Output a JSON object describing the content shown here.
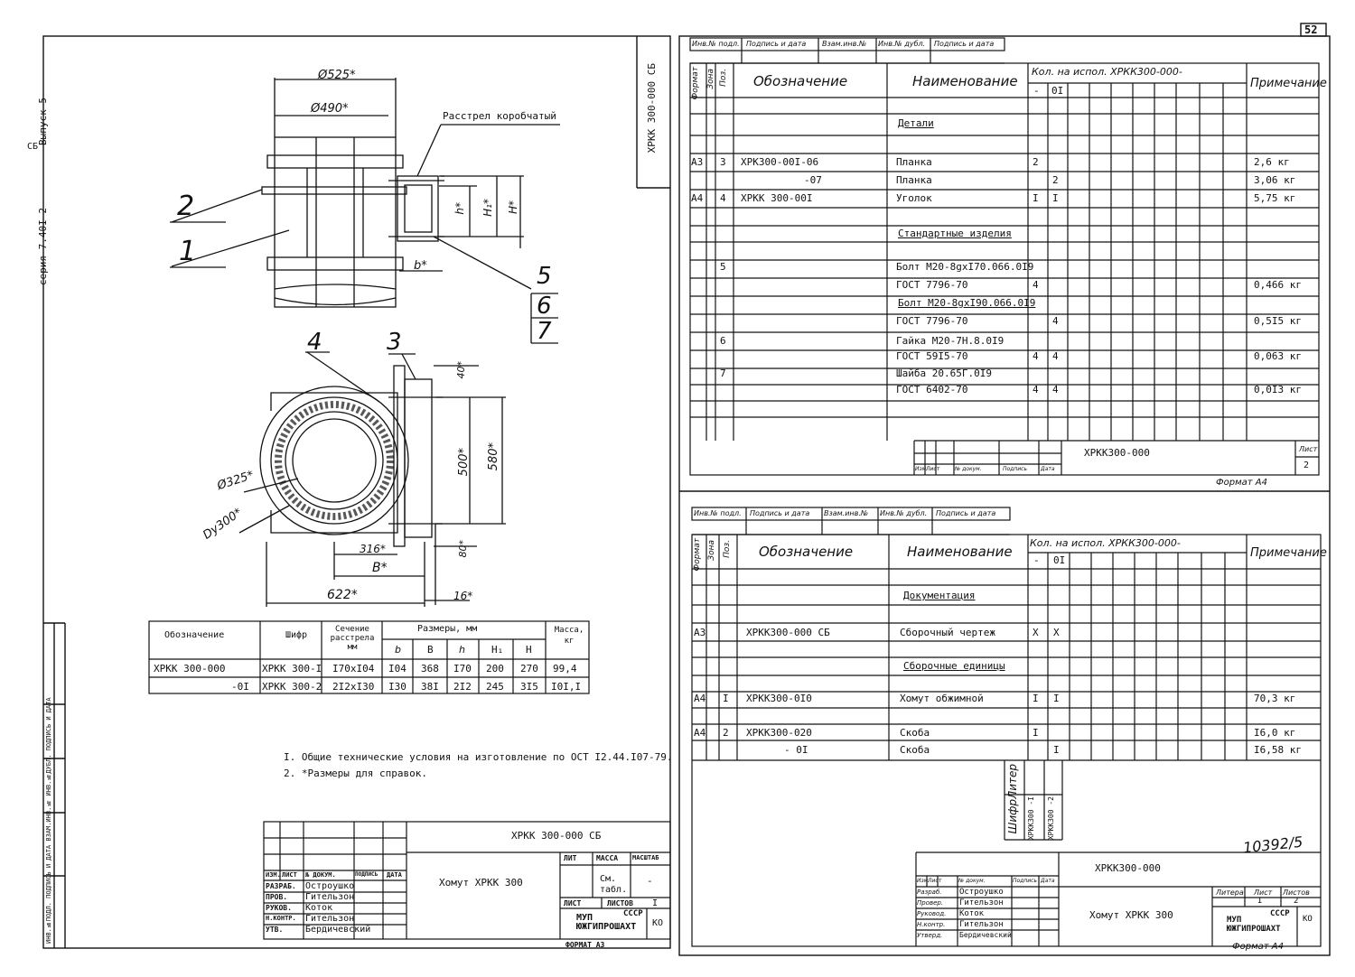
{
  "page_number": "52",
  "left_sheet": {
    "series_vertical": "серия 7.40I-2",
    "issue_vertical": "Выпуск 5",
    "stamp_corner": "СБ",
    "drawing_code_vertical": "ХРКК 300-000 СБ",
    "callout_rasstrel": "Расстрел коробчатый",
    "dim_d525": "Ø525*",
    "dim_d490": "Ø490*",
    "dim_d325": "Ø325*",
    "dim_dy300": "Dу300*",
    "dim_h": "h*",
    "dim_h1": "H₁*",
    "dim_H": "H*",
    "dim_b": "b*",
    "dim_40": "40*",
    "dim_500": "500*",
    "dim_580": "580*",
    "dim_316": "316*",
    "dim_B": "B*",
    "dim_80": "80*",
    "dim_622": "622*",
    "dim_16": "16*",
    "pos_labels": [
      "1",
      "2",
      "3",
      "4",
      "5",
      "6",
      "7"
    ],
    "side_strip": "ИНВ.№ПОДЛ. ПОДПИСЬ И ДАТА ВЗАМ.ИНВ.№ ИНВ.№ДУБЛ. ПОДПИСЬ И ДАТА",
    "dim_table": {
      "headers": [
        "Обозначение",
        "Шифр",
        "Сечение расстрела мм",
        "Размеры, мм",
        "Масса, кг"
      ],
      "sub_headers": [
        "b",
        "B",
        "h",
        "H₁",
        "H"
      ],
      "rows": [
        [
          "ХРКК 300-000",
          "ХРКК 300-I",
          "I70xI04",
          "I04",
          "368",
          "I70",
          "200",
          "270",
          "99,4"
        ],
        [
          "-0I",
          "ХРКК 300-2",
          "2I2xI30",
          "I30",
          "38I",
          "2I2",
          "245",
          "3I5",
          "I0I,I"
        ]
      ]
    },
    "notes": [
      "I. Общие технические условия на изготовление по ОСТ I2.44.I07-79.",
      "2. *Размеры для справок."
    ],
    "title_block": {
      "code": "ХРКК 300-000 СБ",
      "name": "Хомут  ХРКК 300",
      "lit_mass_scale": [
        "ЛИТ",
        "МАССА",
        "МАСШТАБ"
      ],
      "mass_value": "См. табл.",
      "scale_value": "-",
      "sheet_label": "ЛИСТ",
      "sheets_label": "ЛИСТОВ",
      "sheets_value": "I",
      "role_headers": [
        "ИЗМ.",
        "ЛИСТ",
        "№ ДОКУМ.",
        "ПОДПИСЬ",
        "ДАТА"
      ],
      "roles": [
        [
          "РАЗРАБ.",
          "Остроушко"
        ],
        [
          "ПРОВ.",
          "Гительзон"
        ],
        [
          "РУКОВ.",
          "Коток"
        ],
        [
          "Н.КОНТР.",
          "Гительзон"
        ],
        [
          "УТВ.",
          "Бердичевский"
        ]
      ],
      "org": "МУП ЮЖГИПРОШАХТ",
      "org_short": "СССР",
      "ko": "КО",
      "format": "ФОРМАТ А3"
    }
  },
  "spec_sheet_1": {
    "header_strip": [
      "Инв.№ подл.",
      "Подпись и дата",
      "Взам.инв.№",
      "Инв.№ дубл.",
      "Подпись и дата"
    ],
    "col_headers": [
      "Формат",
      "Зона",
      "Поз.",
      "Обозначение",
      "Наименование",
      "Кол. на испол. ХРКК300-000-",
      "Примечание"
    ],
    "exec_cols": [
      "-",
      "0I"
    ],
    "rows": [
      {
        "fmt": "",
        "pos": "",
        "code": "",
        "name": "Детали",
        "q1": "",
        "q2": "",
        "note": ""
      },
      {
        "fmt": "А3",
        "pos": "3",
        "code": "ХРКЗ00-00I-06",
        "name": "Планка",
        "q1": "2",
        "q2": "",
        "note": "2,6 кг"
      },
      {
        "fmt": "",
        "pos": "",
        "code": "-07",
        "name": "Планка",
        "q1": "",
        "q2": "2",
        "note": "3,06 кг"
      },
      {
        "fmt": "А4",
        "pos": "4",
        "code": "ХРКК 300-00I",
        "name": "Уголок",
        "q1": "I",
        "q2": "I",
        "note": "5,75 кг"
      },
      {
        "fmt": "",
        "pos": "",
        "code": "",
        "name": "Стандартные изделия",
        "q1": "",
        "q2": "",
        "note": ""
      },
      {
        "fmt": "",
        "pos": "5",
        "code": "",
        "name": "Болт М20-8gxI70.066.0I9",
        "q1": "",
        "q2": "",
        "note": ""
      },
      {
        "fmt": "",
        "pos": "",
        "code": "",
        "name": "ГОСТ 7796-70",
        "q1": "4",
        "q2": "",
        "note": "0,466 кг"
      },
      {
        "fmt": "",
        "pos": "",
        "code": "",
        "name": "Болт М20-8gxI90.066.0I9",
        "q1": "",
        "q2": "",
        "note": ""
      },
      {
        "fmt": "",
        "pos": "",
        "code": "",
        "name": "ГОСТ 7796-70",
        "q1": "",
        "q2": "4",
        "note": "0,5I5 кг"
      },
      {
        "fmt": "",
        "pos": "6",
        "code": "",
        "name": "Гайка М20-7Н.8.0I9",
        "q1": "",
        "q2": "",
        "note": ""
      },
      {
        "fmt": "",
        "pos": "",
        "code": "",
        "name": "ГОСТ 59I5-70",
        "q1": "4",
        "q2": "4",
        "note": "0,063 кг"
      },
      {
        "fmt": "",
        "pos": "7",
        "code": "",
        "name": "Шайба 20.65Г.0I9",
        "q1": "",
        "q2": "",
        "note": ""
      },
      {
        "fmt": "",
        "pos": "",
        "code": "",
        "name": "ГОСТ 6402-70",
        "q1": "4",
        "q2": "4",
        "note": "0,0I3 кг"
      }
    ],
    "stamp_code": "ХРКК300-000",
    "stamp_row": [
      "Изм.",
      "Лист",
      "№ докум.",
      "Подпись",
      "Дата"
    ],
    "sheet_label": "Лист",
    "sheet_no": "2",
    "format": "Формат А4"
  },
  "spec_sheet_2": {
    "header_strip": [
      "Инв.№ подл.",
      "Подпись и дата",
      "Взам.инв.№",
      "Инв.№ дубл.",
      "Подпись и дата"
    ],
    "col_headers": [
      "Формат",
      "Зона",
      "Поз.",
      "Обозначение",
      "Наименование",
      "Кол. на испол. ХРКК300-000-",
      "Примечание"
    ],
    "exec_cols": [
      "-",
      "0I"
    ],
    "rows": [
      {
        "fmt": "",
        "pos": "",
        "code": "",
        "name": "Документация",
        "q1": "",
        "q2": "",
        "note": ""
      },
      {
        "fmt": "А3",
        "pos": "",
        "code": "ХРКК300-000 СБ",
        "name": "Сборочный чертеж",
        "q1": "Х",
        "q2": "Х",
        "note": ""
      },
      {
        "fmt": "",
        "pos": "",
        "code": "",
        "name": "Сборочные единицы",
        "q1": "",
        "q2": "",
        "note": ""
      },
      {
        "fmt": "А4",
        "pos": "I",
        "code": "ХРКК300-0I0",
        "name": "Хомут обжимной",
        "q1": "I",
        "q2": "I",
        "note": "70,3 кг"
      },
      {
        "fmt": "А4",
        "pos": "2",
        "code": "ХРКК300-020",
        "name": "Скоба",
        "q1": "I",
        "q2": "",
        "note": "I6,0 кг"
      },
      {
        "fmt": "",
        "pos": "",
        "code": "- 0I",
        "name": "Скоба",
        "q1": "",
        "q2": "I",
        "note": "I6,58 кг"
      }
    ],
    "shifr_label": "Шифр",
    "litera_label": "Литер",
    "shifr_values": [
      "ХРКК300 -I",
      "ХРКК300 -2"
    ],
    "archive_no": "10392/5",
    "stamp_code": "ХРКК300-000",
    "stamp_name": "Хомут  ХРКК 300",
    "stamp_row": [
      "Изм.",
      "Лист",
      "№ докум.",
      "Подпись",
      "Дата"
    ],
    "roles": [
      [
        "Разраб.",
        "Остроушко"
      ],
      [
        "Провер.",
        "Гительзон"
      ],
      [
        "Руковод.",
        "Коток"
      ],
      [
        "Н.контр.",
        "Гительзон"
      ],
      [
        "Утверд.",
        "Бердичевский"
      ]
    ],
    "lit_headers": [
      "Литера",
      "Лист",
      "Листов"
    ],
    "lit_values": [
      "",
      "I",
      "2"
    ],
    "org": "МУП ЮЖГИПРОШАХТ",
    "org_short": "СССР",
    "ko": "КО",
    "format": "Формат А4"
  }
}
